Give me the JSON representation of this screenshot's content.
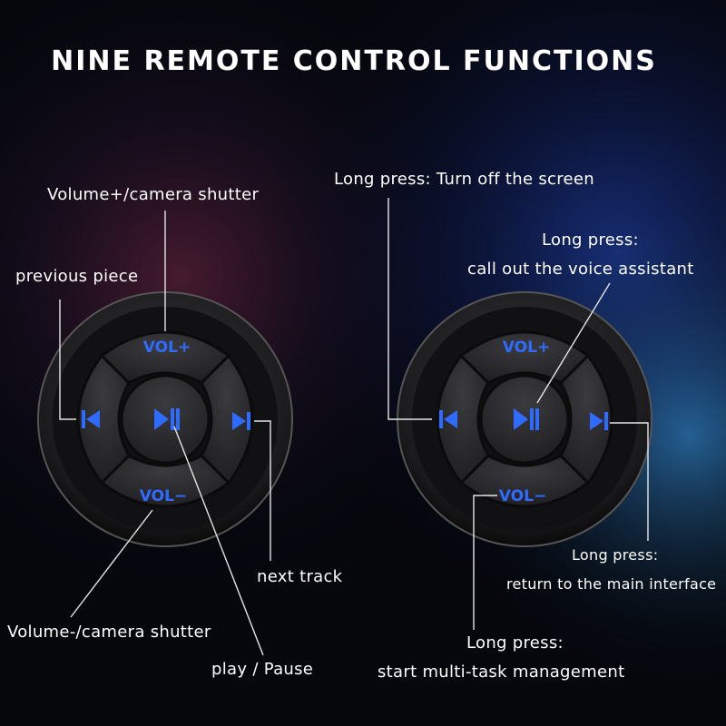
{
  "title": "NINE REMOTE CONTROL FUNCTIONS",
  "colors": {
    "accent": "#2f6bff",
    "label": "#ffffff",
    "background": "#05070d",
    "remote_body": "#151517"
  },
  "left_remote": {
    "vol_up": "VOL+",
    "vol_down": "VOL−",
    "labels": {
      "volume_up": "Volume+/camera shutter",
      "previous": "previous piece",
      "next": "next track",
      "volume_down": "Volume-/camera shutter",
      "play_pause": "play / Pause"
    }
  },
  "right_remote": {
    "vol_up": "VOL+",
    "vol_down": "VOL−",
    "labels": {
      "screen_off": "Long press: Turn off the screen",
      "voice_1": "Long press:",
      "voice_2": "call out the voice assistant",
      "main_1": "Long press:",
      "main_2": "return to the main interface",
      "multitask_1": "Long press:",
      "multitask_2": "start multi-task management"
    }
  },
  "icons": [
    "previous-icon",
    "play-pause-icon",
    "next-icon"
  ]
}
